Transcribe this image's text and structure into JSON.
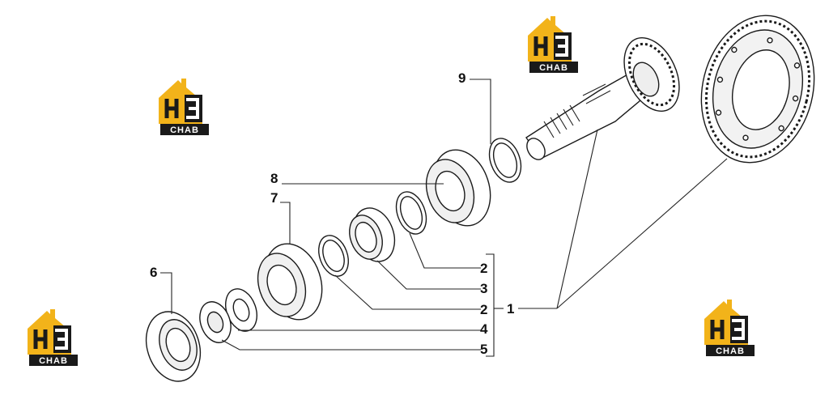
{
  "logo": {
    "letter_left": "H",
    "letter_right": "Ǝ",
    "caption": "CHAB",
    "colors": {
      "roof": "#f2b31a",
      "dark": "#1a1a1a",
      "light": "#ffffff"
    }
  },
  "callouts": {
    "c1": "1",
    "c2a": "2",
    "c3": "3",
    "c2b": "2",
    "c4": "4",
    "c5": "5",
    "c6": "6",
    "c7": "7",
    "c8": "8",
    "c9": "9"
  },
  "colors": {
    "line": "#222222",
    "part_fill": "#ffffff",
    "part_shade": "#e6e6e6"
  }
}
